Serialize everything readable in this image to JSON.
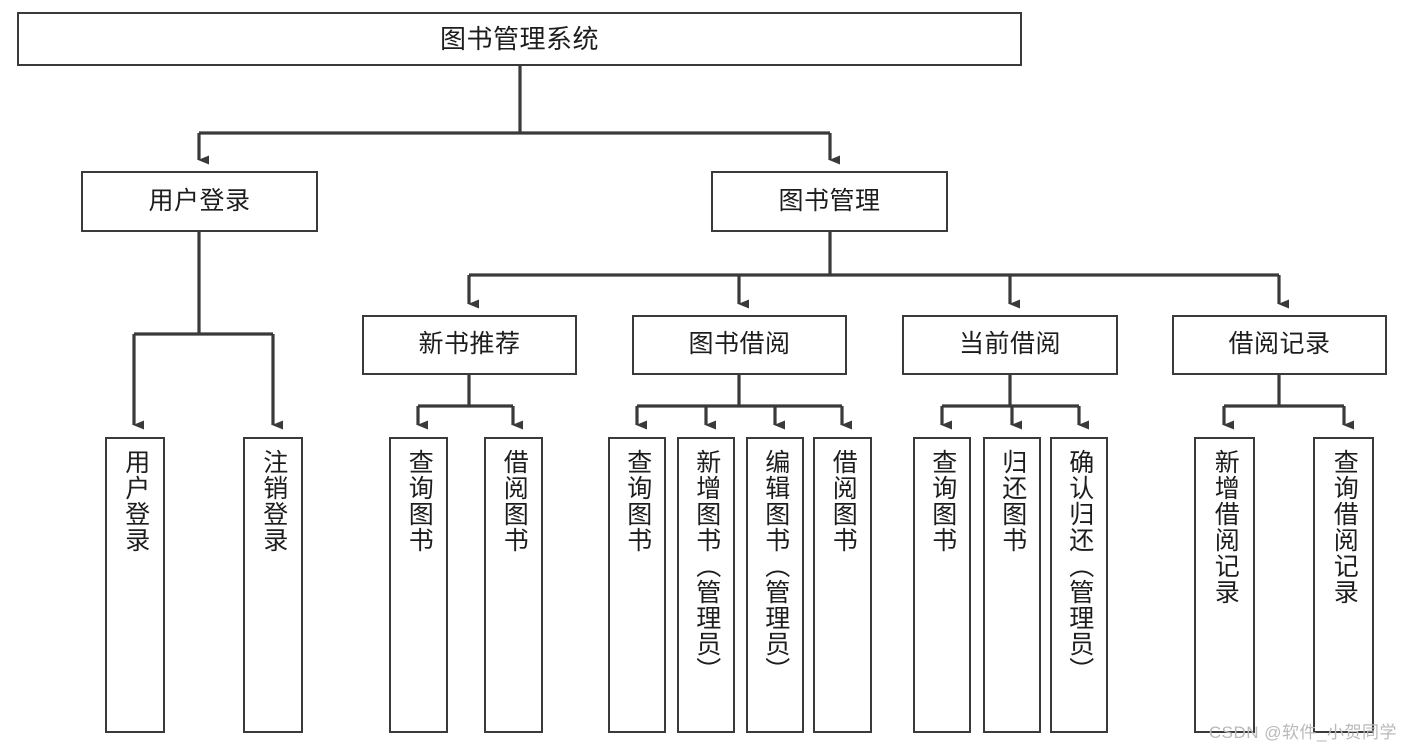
{
  "diagram": {
    "title": "图书管理系统",
    "type": "tree-hierarchy",
    "stroke_color": "#3a3a3a",
    "text_color": "#1d1d1d",
    "background": "#ffffff"
  },
  "nodes": {
    "root": {
      "label": "图书管理系统",
      "level": 1
    },
    "level2": [
      {
        "id": "user-login",
        "label": "用户登录"
      },
      {
        "id": "book-management",
        "label": "图书管理"
      }
    ],
    "level3": [
      {
        "id": "new-book-recommend",
        "label": "新书推荐"
      },
      {
        "id": "book-borrow",
        "label": "图书借阅"
      },
      {
        "id": "current-borrow",
        "label": "当前借阅"
      },
      {
        "id": "borrow-record",
        "label": "借阅记录"
      }
    ],
    "leaves": {
      "user_login": [
        {
          "id": "leaf-user-login",
          "label": "用户登录"
        },
        {
          "id": "leaf-logout-login",
          "label": "注销登录"
        }
      ],
      "new_book_recommend": [
        {
          "id": "leaf-query-book-1",
          "label": "查询图书"
        },
        {
          "id": "leaf-borrow-book-1",
          "label": "借阅图书"
        }
      ],
      "book_borrow": [
        {
          "id": "leaf-query-book-2",
          "label": "查询图书"
        },
        {
          "id": "leaf-add-book",
          "label": "新增图书（管理员）"
        },
        {
          "id": "leaf-edit-book",
          "label": "编辑图书（管理员）"
        },
        {
          "id": "leaf-borrow-book-2",
          "label": "借阅图书"
        }
      ],
      "current_borrow": [
        {
          "id": "leaf-query-book-3",
          "label": "查询图书"
        },
        {
          "id": "leaf-return-book",
          "label": "归还图书"
        },
        {
          "id": "leaf-confirm-return",
          "label": "确认归还（管理员）"
        }
      ],
      "borrow_record": [
        {
          "id": "leaf-add-record",
          "label": "新增借阅记录"
        },
        {
          "id": "leaf-query-record",
          "label": "查询借阅记录"
        }
      ]
    }
  },
  "watermark": {
    "text": "CSDN @软件_小贺同学"
  }
}
